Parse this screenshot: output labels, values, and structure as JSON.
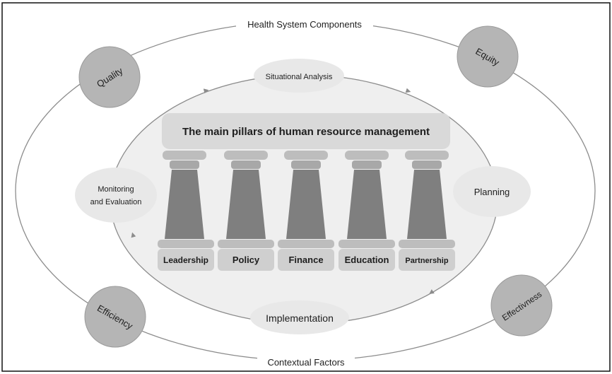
{
  "outer_labels": {
    "top": "Health System Components",
    "bottom": "Contextual Factors"
  },
  "cycle_labels": {
    "top": "Situational Analysis",
    "right": "Planning",
    "bottom": "Implementation",
    "left_line1": "Monitoring",
    "left_line2": "and Evaluation"
  },
  "circle_labels": {
    "quality": "Quality",
    "equity": "Equity",
    "efficiency": "Efficiency",
    "effectiveness": "Effectivness"
  },
  "banner": "The main pillars of human resource management",
  "pillars": [
    "Leadership",
    "Policy",
    "Finance",
    "Education",
    "Partnership"
  ],
  "colors": {
    "frame": "#111111",
    "outer_line": "#8c8c8c",
    "inner_ellipse_fill": "#efefef",
    "label_blob": "#e8e8e8",
    "circle_fill": "#b5b5b5",
    "banner_fill": "#d9d9d9",
    "pillar_cap": "#bdbdbd",
    "pillar_shaft": "#7f7f7f",
    "pillar_base_label": "#cfcfcf"
  }
}
